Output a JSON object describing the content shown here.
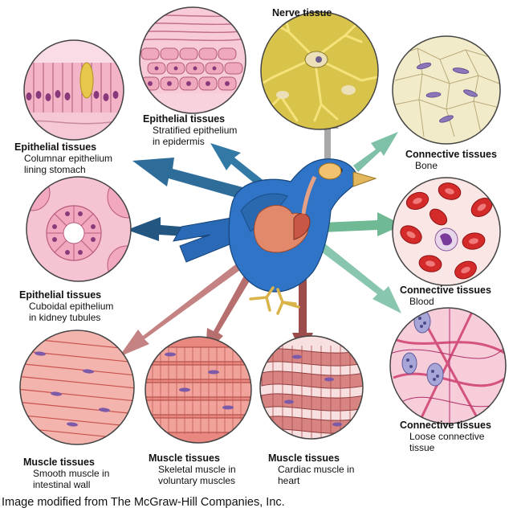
{
  "labels": {
    "nerve": {
      "title": "Nerve tissue"
    },
    "epi_stratified": {
      "title": "Epithelial tissues",
      "desc": "Stratified epithelium\nin epidermis"
    },
    "epi_columnar": {
      "title": "Epithelial tissues",
      "desc": "Columnar epithelium\nlining stomach"
    },
    "epi_cuboidal": {
      "title": "Epithelial tissues",
      "desc": "Cuboidal epithelium\nin kidney tubules"
    },
    "conn_bone": {
      "title": "Connective tissues",
      "desc": "Bone"
    },
    "conn_blood": {
      "title": "Connective tissues",
      "desc": "Blood"
    },
    "conn_loose": {
      "title": "Connective tissues",
      "desc": "Loose connective\ntissue"
    },
    "muscle_smooth": {
      "title": "Muscle tissues",
      "desc": "Smooth muscle in\nintestinal wall"
    },
    "muscle_skeletal": {
      "title": "Muscle tissues",
      "desc": "Skeletal muscle in\nvoluntary muscles"
    },
    "muscle_cardiac": {
      "title": "Muscle tissues",
      "desc": "Cardiac muscle in\nheart"
    }
  },
  "credit": "Image modified from The McGraw-Hill Companies, Inc.",
  "colors": {
    "bird": "#2f74c6",
    "epithelial_arrow": "#1b5e8e",
    "connective_arrow": "#7cc2a4",
    "nerve_arrow": "#a7a7a7",
    "muscle_arrow": "#b05555",
    "epithelium": "#f1b7c8",
    "nerve_bg": "#d8c34b",
    "bone_bg": "#f1ebc9",
    "blood_cell": "#d22a2a",
    "muscle": "#e07b76",
    "loose_ct": "#f4c4d2"
  }
}
